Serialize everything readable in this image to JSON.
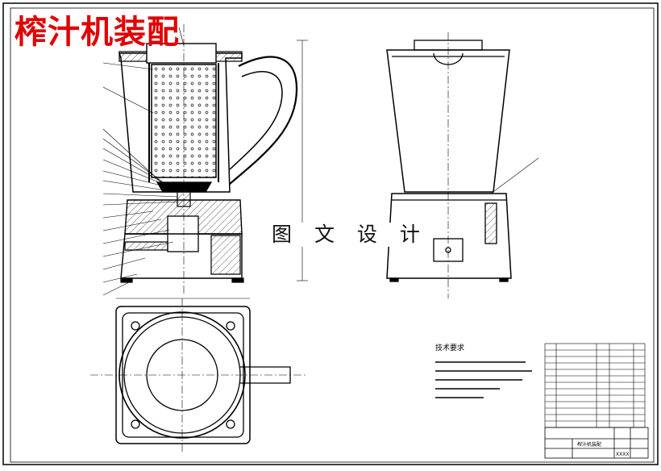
{
  "drawing": {
    "title": "榨汁机装配",
    "watermark": "图 文 设 计"
  },
  "notes": {
    "heading": "技术要求"
  },
  "title_block": {
    "name": "榨汁机装配",
    "code": "XXXX"
  }
}
